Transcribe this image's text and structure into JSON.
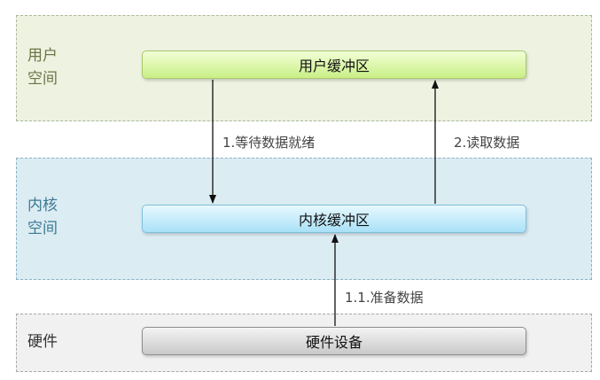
{
  "zones": {
    "user": "用户\n空间",
    "kernel": "内核\n空间",
    "hardware": "硬件"
  },
  "buffers": {
    "user": "用户缓冲区",
    "kernel": "内核缓冲区",
    "hardware": "硬件设备"
  },
  "steps": {
    "wait": "1.等待数据就绪",
    "read": "2.读取数据",
    "prepare": "1.1.准备数据"
  }
}
